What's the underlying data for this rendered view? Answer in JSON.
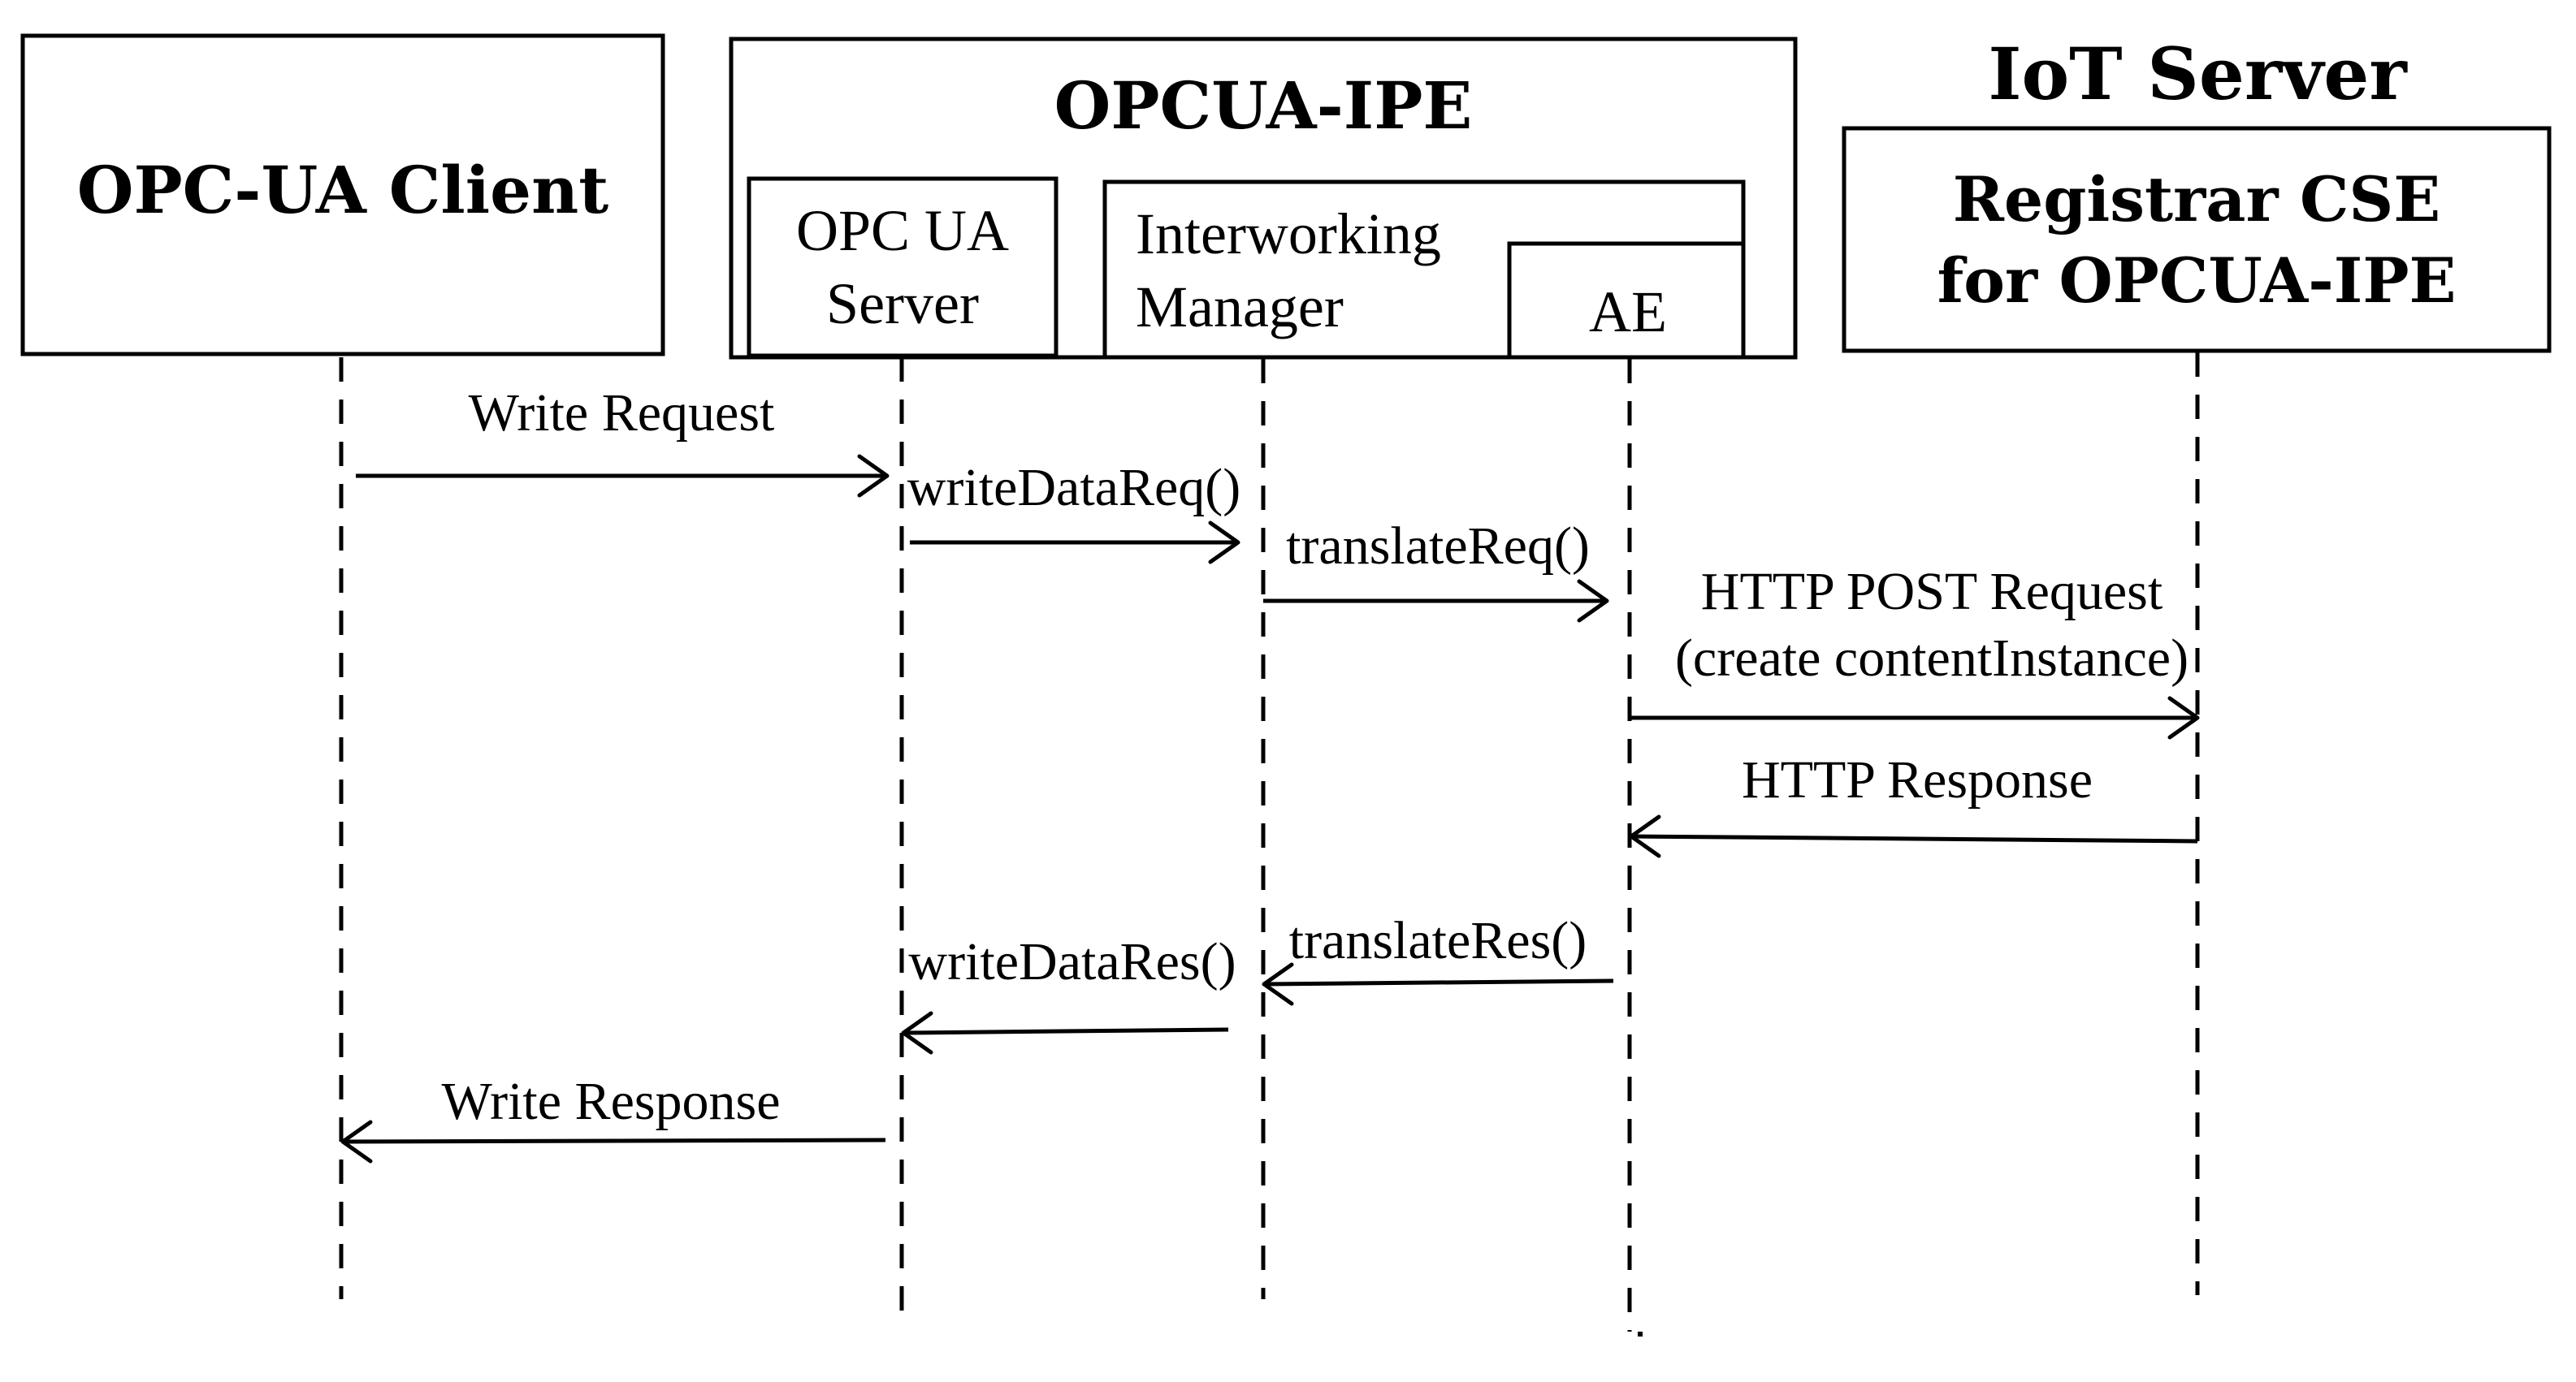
{
  "participants": {
    "client": {
      "label": "OPC-UA Client"
    },
    "ipe": {
      "label": "OPCUA-IPE",
      "ua_server": {
        "line1": "OPC UA",
        "line2": "Server"
      },
      "manager": {
        "line1": "Interworking",
        "line2": "Manager"
      },
      "ae": {
        "label": "AE"
      }
    },
    "iot_server": {
      "label": "IoT Server",
      "cse": {
        "line1": "Registrar CSE",
        "line2": "for OPCUA-IPE"
      }
    }
  },
  "messages": [
    {
      "label": "Write Request",
      "from": "OPC-UA Client",
      "to": "OPC UA Server"
    },
    {
      "label": "writeDataReq()",
      "from": "OPC UA Server",
      "to": "Interworking Manager"
    },
    {
      "label": "translateReq()",
      "from": "Interworking Manager",
      "to": "AE"
    },
    {
      "label": "HTTP POST Request",
      "label2": "(create contentInstance)",
      "from": "AE",
      "to": "Registrar CSE"
    },
    {
      "label": "HTTP Response",
      "from": "Registrar CSE",
      "to": "AE"
    },
    {
      "label": "translateRes()",
      "from": "AE",
      "to": "Interworking Manager"
    },
    {
      "label": "writeDataRes()",
      "from": "Interworking Manager",
      "to": "OPC UA Server"
    },
    {
      "label": "Write Response",
      "from": "OPC UA Server",
      "to": "OPC-UA Client"
    }
  ],
  "colors": {
    "stroke": "#000000",
    "background": "#ffffff"
  }
}
